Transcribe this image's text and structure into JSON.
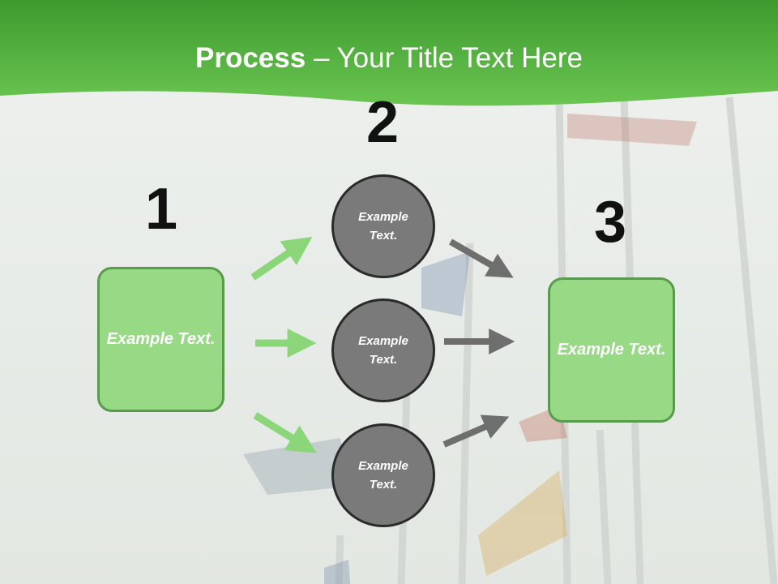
{
  "title": {
    "bold": "Process",
    "rest": " – Your Title Text Here"
  },
  "steps": [
    {
      "number": "1",
      "box_text": "Example Text."
    },
    {
      "number": "2",
      "circles": [
        "Example Text.",
        "Example Text.",
        "Example Text."
      ]
    },
    {
      "number": "3",
      "box_text": "Example Text."
    }
  ],
  "colors": {
    "header_green": "#5cb845",
    "box_fill": "#98d985",
    "box_border": "#5a9a4c",
    "circle_fill": "#7a7a7a",
    "green_arrow": "#8cd67a",
    "gray_arrow": "#6e6e6e"
  }
}
